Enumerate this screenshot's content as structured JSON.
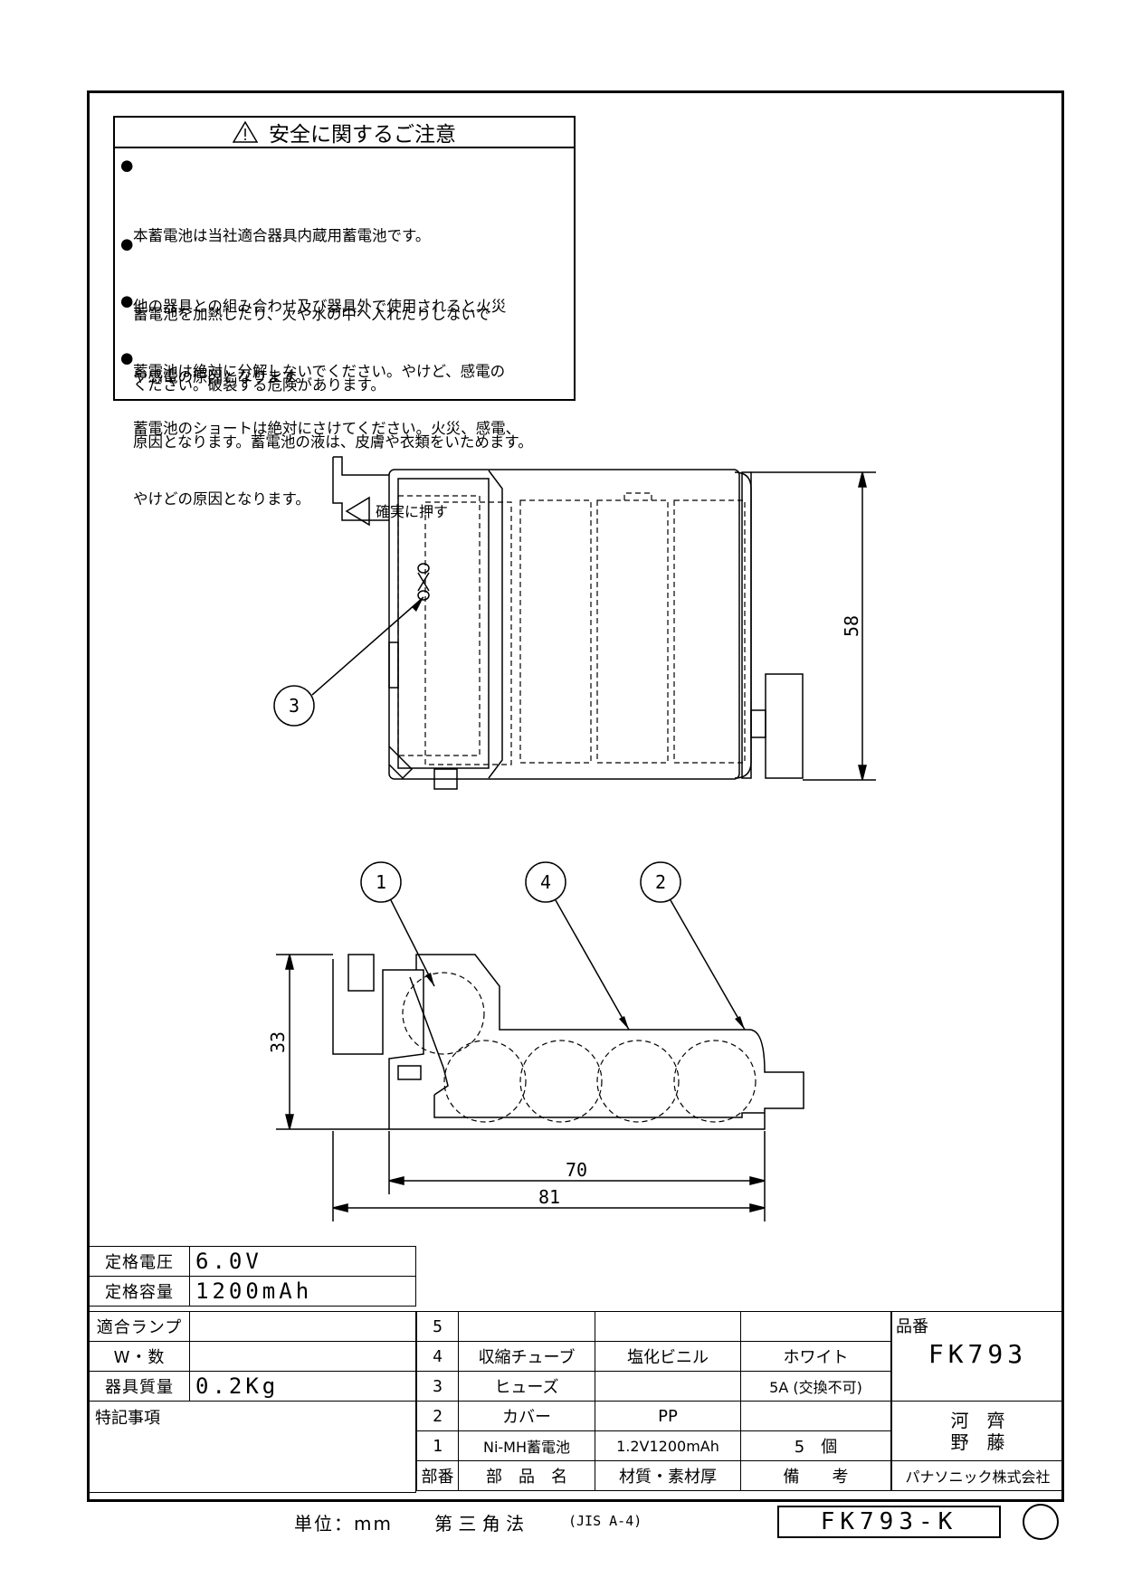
{
  "safety": {
    "title": "安全に関するご注意",
    "bullet": "●",
    "items": [
      {
        "line1": "本蓄電池は当社適合器具内蔵用蓄電池です。",
        "line2": "他の器具との組み合わせ及び器具外で使用されると火災",
        "line3": "や感電の原因となります。"
      },
      {
        "line1": "蓄電池を加熱したり、火や水の中へ入れたりしないで",
        "line2": "ください。破裂する危険があります。"
      },
      {
        "line1": "蓄電池は絶対に分解しないでください。やけど、感電の",
        "line2": "原因となります。蓄電池の液は、皮膚や衣類をいためます。"
      },
      {
        "line1": "蓄電池のショートは絶対にさけてください。火災、感電、",
        "line2": "やけどの原因となります。"
      }
    ]
  },
  "drawing": {
    "press_label": "確実に押す",
    "dim_height": "58",
    "dim_depth": "33",
    "dim_width_inner": "70",
    "dim_width_outer": "81",
    "callouts": [
      "1",
      "2",
      "3",
      "4"
    ]
  },
  "specs": {
    "rated_voltage_label": "定格電圧",
    "rated_voltage": "6.0V",
    "rated_capacity_label": "定格容量",
    "rated_capacity": "1200mAh",
    "lamp_label": "適合ランプ",
    "lamp": "",
    "watt_label": "W・数",
    "watt": "",
    "mass_label": "器具質量",
    "mass": "0.2Kg",
    "notes_label": "特記事項"
  },
  "parts": {
    "rows": [
      {
        "no": "5",
        "name": "",
        "material": "",
        "remarks": ""
      },
      {
        "no": "4",
        "name": "収縮チューブ",
        "material": "塩化ビニル",
        "remarks": "ホワイト"
      },
      {
        "no": "3",
        "name": "ヒューズ",
        "material": "",
        "remarks": "5A (交換不可)"
      },
      {
        "no": "2",
        "name": "カバー",
        "material": "PP",
        "remarks": ""
      },
      {
        "no": "1",
        "name": "Ni-MH蓄電池",
        "material": "1.2V1200mAh",
        "remarks": "5　個"
      }
    ],
    "header": {
      "no": "部番",
      "name": "部　品　名",
      "material": "材質・素材厚",
      "remarks": "備　　考"
    }
  },
  "title_block": {
    "part_no_label": "品番",
    "part_no": "FK793",
    "name1": "河　齊",
    "name2": "野　藤",
    "company": "パナソニック株式会社"
  },
  "footer": {
    "unit": "単位：mm",
    "projection": "第 三 角 法",
    "paper": "(JIS A-4)",
    "drawing_no": "FK793-K"
  }
}
